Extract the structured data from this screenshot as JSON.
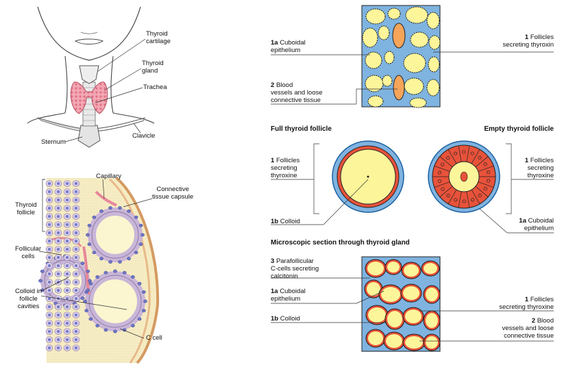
{
  "anatomy": {
    "thyroid_cartilage": [
      "Thyroid",
      "cartilage"
    ],
    "thyroid_gland": [
      "Thyroid",
      "gland"
    ],
    "trachea": "Trachea",
    "clavicle": "Clavicle",
    "sternum": "Sternum"
  },
  "follicle_diagram": {
    "capillary": "Capillary",
    "connective_tissue_capsule": [
      "Connective",
      "tissue capsule"
    ],
    "thyroid_follicle": [
      "Thyroid",
      "follicle"
    ],
    "follicular_cells": [
      "Follicular",
      "cells"
    ],
    "colloid_in_follicle_cavities": [
      "Colloid in",
      "follicle",
      "cavities"
    ],
    "c_cell": "C cell"
  },
  "micro_top": {
    "cuboidal_num": "1a",
    "cuboidal": [
      "Cuboidal",
      "epithelium"
    ],
    "blood_num": "2",
    "blood": [
      "Blood",
      "vessels and loose",
      "connective tissue"
    ],
    "follicles_num": "1",
    "follicles": [
      "Follicles",
      "secreting thyroxin"
    ]
  },
  "follicle_compare": {
    "full_title": "Full thyroid follicle",
    "empty_title": "Empty thyroid follicle",
    "left_num": "1",
    "left_follicles": [
      "Follicles",
      "secreting",
      "thyroxine"
    ],
    "colloid_num": "1b",
    "colloid": "Colloid",
    "right_num": "1",
    "right_follicles": [
      "Follicles",
      "secreting",
      "thyroxine"
    ],
    "cuboidal_num": "1a",
    "cuboidal": [
      "Cuboidal",
      "epithelium"
    ]
  },
  "micro_bottom": {
    "title": "Microscopic section through thyroid gland",
    "para_num": "3",
    "para": [
      "Parafollicular",
      "C-cells secreting",
      "calcitonin"
    ],
    "cuboidal_num": "1a",
    "cuboidal": [
      "Cuboidal",
      "epithelium"
    ],
    "colloid_num": "1b",
    "colloid": "Colloid",
    "follicles_num": "1",
    "follicles": [
      "Follicles",
      "secreting thyroxine"
    ],
    "blood_num": "2",
    "blood": [
      "Blood",
      "vessels and loose",
      "connective tissue"
    ]
  },
  "colors": {
    "colloid": "#fdf59a",
    "epithelium": "#e8523a",
    "connective": "#7fb3e0",
    "thyroid_pink": "#ef9aa8",
    "outline": "#1a1a1a"
  }
}
